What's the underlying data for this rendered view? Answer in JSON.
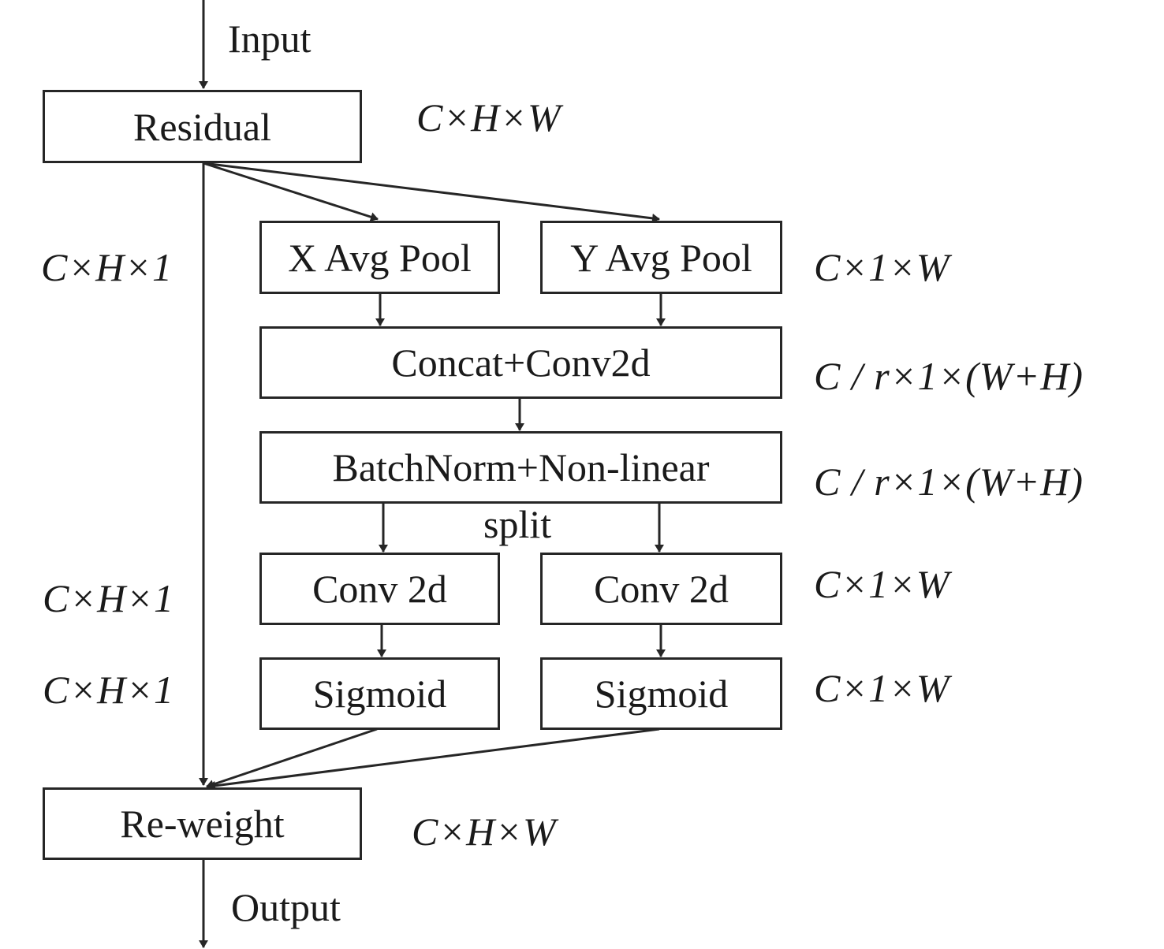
{
  "diagram": {
    "input_label": "Input",
    "output_label": "Output",
    "split_label": "split",
    "blocks": {
      "residual": "Residual",
      "x_avg_pool": "X Avg Pool",
      "y_avg_pool": "Y Avg Pool",
      "concat_conv": "Concat+Conv2d",
      "bn_nonlinear": "BatchNorm+Non-linear",
      "conv_left": "Conv 2d",
      "conv_right": "Conv 2d",
      "sigmoid_left": "Sigmoid",
      "sigmoid_right": "Sigmoid",
      "reweight": "Re-weight"
    },
    "dimensions": {
      "residual": "C×H×W",
      "left_pool": "C×H×1",
      "right_pool": "C×1×W",
      "concat_conv": "C / r×1×(W+H)",
      "bn_nonlinear": "C / r×1×(W+H)",
      "left_conv": "C×H×1",
      "right_conv": "C×1×W",
      "left_sigmoid": "C×H×1",
      "right_sigmoid": "C×1×W",
      "reweight": "C×H×W"
    },
    "line_color": "#262626"
  }
}
